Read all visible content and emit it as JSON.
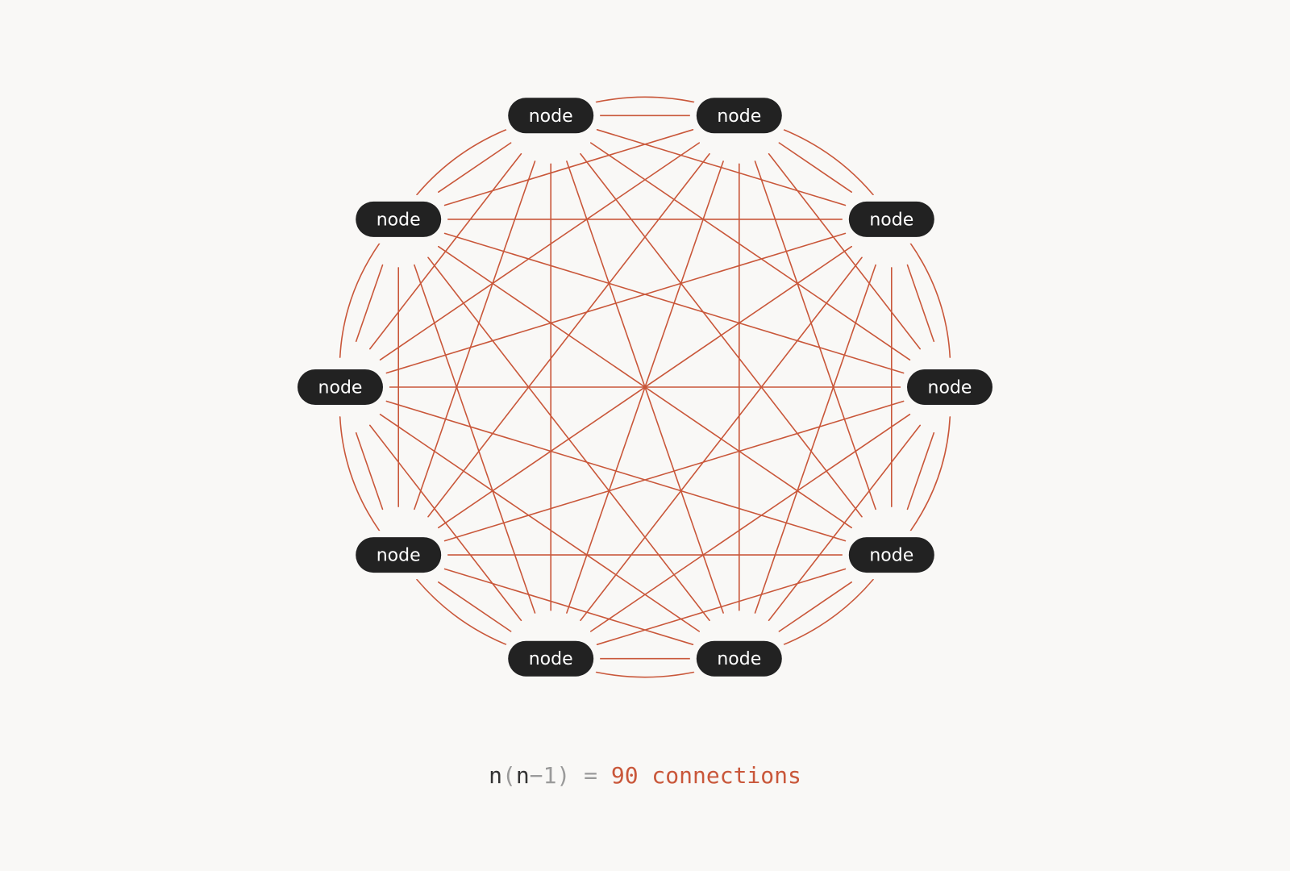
{
  "diagram": {
    "node_label": "node",
    "node_count": 10,
    "colors": {
      "background": "#f9f8f6",
      "edge": "#c9573a",
      "node_fill": "#222222",
      "node_text": "#ffffff",
      "formula_text": "#333333",
      "formula_muted": "#9a9a9a",
      "formula_accent": "#c9573a"
    }
  },
  "formula": {
    "n1": "n",
    "open_paren": "(",
    "n2": "n",
    "minus": "−",
    "one": "1",
    "close_paren": ")",
    "equals": "=",
    "result": "90 connections"
  }
}
